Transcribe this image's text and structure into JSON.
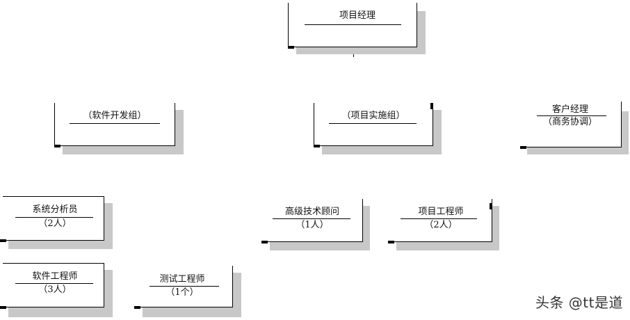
{
  "nodes": {
    "pm": {
      "line1": "项目经理",
      "line2": ""
    },
    "dev": {
      "line1": "（软件开发组）",
      "line2": ""
    },
    "impl": {
      "line1": "（项目实施组）",
      "line2": ""
    },
    "account": {
      "line1": "客户经理",
      "line2": "（商务协调）"
    },
    "analyst": {
      "line1": "系统分析员",
      "line2": "（2人）"
    },
    "swe": {
      "line1": "软件工程师",
      "line2": "（3人）"
    },
    "tester": {
      "line1": "测试工程师",
      "line2": "（1个）"
    },
    "consultant": {
      "line1": "高级技术顾问",
      "line2": "（1人）"
    },
    "proj_eng": {
      "line1": "项目工程师",
      "line2": "（2人）"
    }
  },
  "watermark": "头条 @tt是道"
}
